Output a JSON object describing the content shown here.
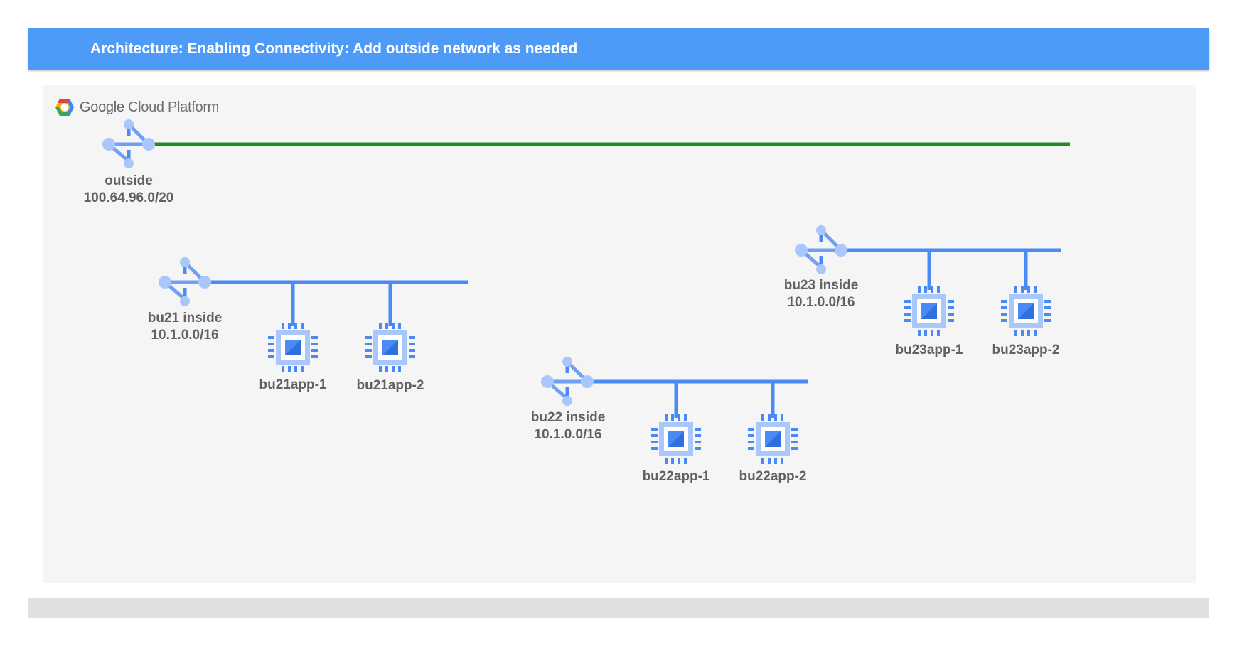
{
  "header": {
    "title": "Architecture: Enabling Connectivity: Add outside network as needed"
  },
  "logo": {
    "brand": "Google",
    "product": "Cloud Platform"
  },
  "colors": {
    "header": "#4d9af7",
    "network_line": "#4a8af4",
    "outside_line": "#1e8e1e",
    "panel": "#f5f5f5"
  },
  "networks": [
    {
      "name": "outside",
      "cidr": "100.64.96.0/20",
      "line_color": "green"
    },
    {
      "name": "bu21 inside",
      "cidr": "10.1.0.0/16"
    },
    {
      "name": "bu22 inside",
      "cidr": "10.1.0.0/16"
    },
    {
      "name": "bu23 inside",
      "cidr": "10.1.0.0/16"
    }
  ],
  "instances": [
    {
      "name": "bu21app-1",
      "network": "bu21 inside"
    },
    {
      "name": "bu21app-2",
      "network": "bu21 inside"
    },
    {
      "name": "bu22app-1",
      "network": "bu22 inside"
    },
    {
      "name": "bu22app-2",
      "network": "bu22 inside"
    },
    {
      "name": "bu23app-1",
      "network": "bu23 inside"
    },
    {
      "name": "bu23app-2",
      "network": "bu23 inside"
    }
  ]
}
